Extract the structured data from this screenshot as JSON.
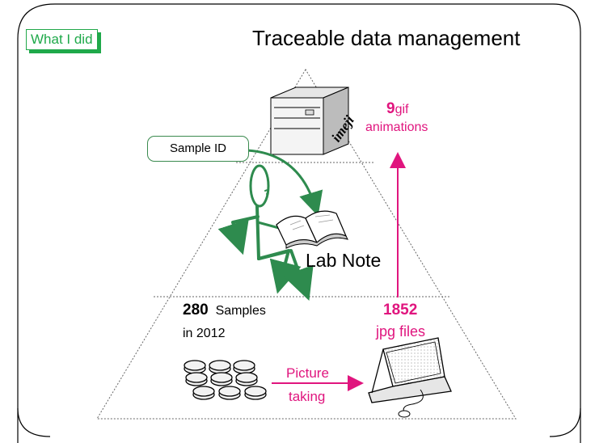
{
  "tag_label": "What I did",
  "title": "Traceable data management",
  "top": {
    "gif_count": "9",
    "gif_unit": "gif",
    "gif_label": "animations",
    "server_label": "imeji",
    "callout": "Sample ID"
  },
  "middle": {
    "lab_note": "Lab Note"
  },
  "bottom": {
    "samples_count": "280",
    "samples_label": "Samples",
    "samples_year": "in 2012",
    "jpg_count": "1852",
    "jpg_label": "jpg files",
    "arrow_label_line1": "Picture",
    "arrow_label_line2": "taking"
  },
  "colors": {
    "accent_green": "#1fa94a",
    "figure_green": "#2e8b4e",
    "magenta": "#e0157e"
  }
}
